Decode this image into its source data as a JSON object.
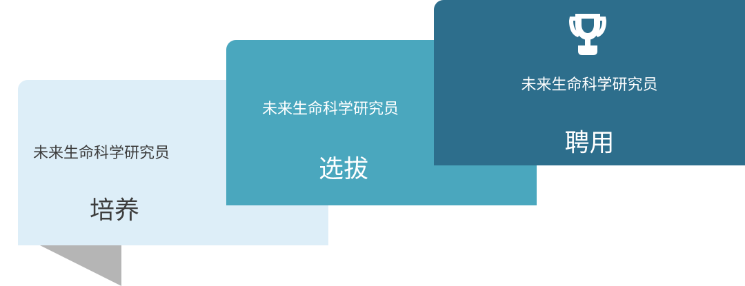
{
  "stages": [
    {
      "subtitle": "未来生命科学研究员",
      "title": "培养"
    },
    {
      "subtitle": "未来生命科学研究员",
      "title": "选拔"
    },
    {
      "subtitle": "未来生命科学研究员",
      "title": "聘用"
    }
  ],
  "icons": {
    "stage3": "trophy-icon"
  },
  "colors": {
    "stage1_bg": "#ddeef8",
    "stage2_bg": "#4aa7be",
    "stage3_bg": "#2d6e8c",
    "fold_light": "#b5b5b5",
    "fold_mid": "#a6a6a6",
    "fold_dark": "#595959",
    "dark_text": "#3d3d3d",
    "light_text": "#ffffff"
  }
}
